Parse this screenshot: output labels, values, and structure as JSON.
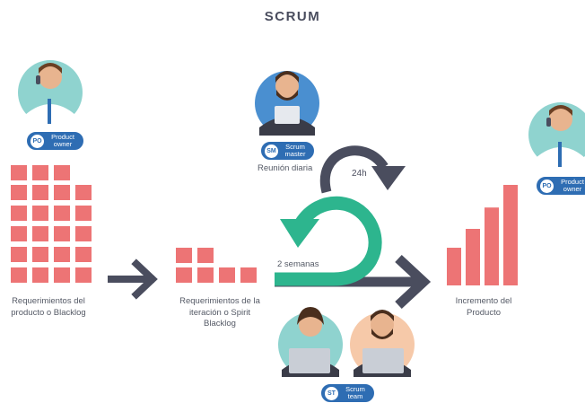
{
  "title": "SCRUM",
  "roles": {
    "product_owner_left": {
      "initials": "PO",
      "label": "Product owner"
    },
    "scrum_master": {
      "initials": "SM",
      "label": "Scrum master",
      "caption": "Reunión diaria"
    },
    "product_owner_right": {
      "initials": "PO",
      "label": "Product owner"
    },
    "scrum_team": {
      "initials": "ST",
      "label": "Scrum team"
    }
  },
  "labels": {
    "product_backlog": "Requerimientos del producto o Blacklog",
    "sprint_backlog": "Requerimientos de la iteración o Spirit Blacklog",
    "increment": "Incremento del Producto",
    "daily_cycle": "24h",
    "sprint_cycle": "2 semanas"
  },
  "colors": {
    "block": "#ed7475",
    "arrow": "#4a4d5e",
    "cycle": "#2db58e",
    "badge": "#2e6db3",
    "avatar_blue": "#4a8fd0",
    "avatar_teal": "#8fd3cf",
    "avatar_peach": "#f6c9a9"
  },
  "increment_bars": [
    30,
    45,
    62,
    80
  ]
}
